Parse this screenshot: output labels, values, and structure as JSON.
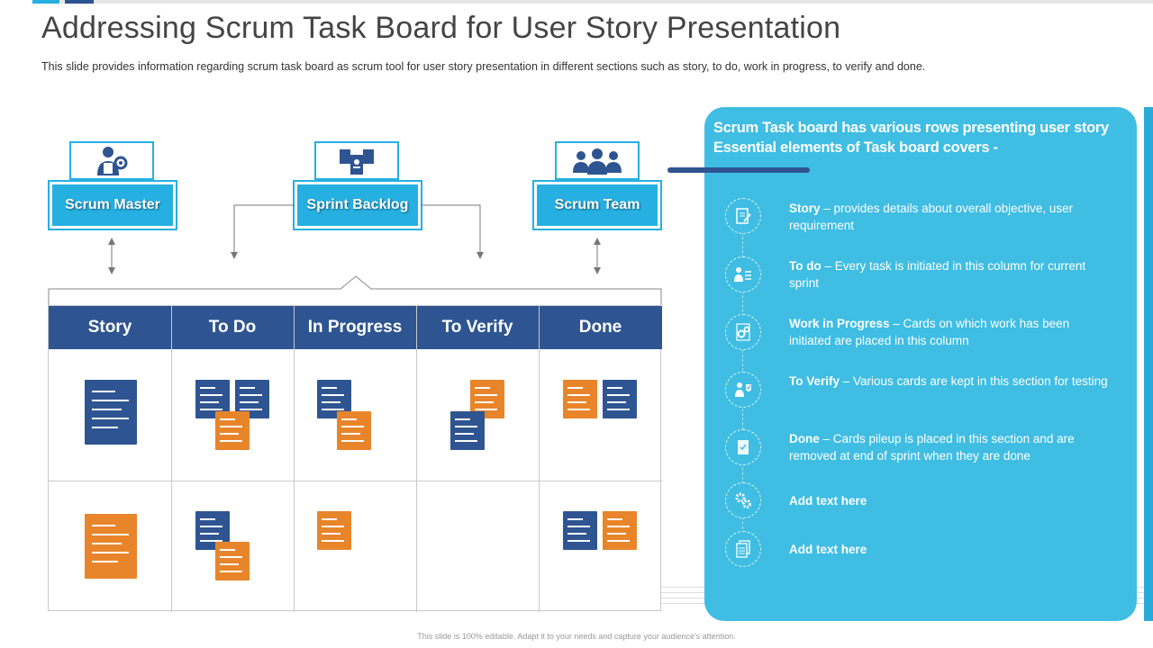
{
  "header": {
    "title": "Addressing Scrum Task Board for User Story Presentation",
    "subtitle": "This slide provides information regarding scrum task board as scrum tool for user story presentation in different sections such as story, to do, work in progress, to verify and done."
  },
  "roles": [
    {
      "label": "Scrum Master",
      "icon": "person-gear-icon"
    },
    {
      "label": "Sprint Backlog",
      "icon": "backlog-cards-icon"
    },
    {
      "label": "Scrum Team",
      "icon": "team-icon"
    }
  ],
  "board": {
    "columns": [
      "Story",
      "To Do",
      "In Progress",
      "To Verify",
      "Done"
    ]
  },
  "panel": {
    "title": "Scrum Task board has various rows presenting user story Essential elements of Task board covers -",
    "items": [
      {
        "term": "Story",
        "desc": " – provides details about overall objective, user requirement",
        "icon": "document-edit-icon"
      },
      {
        "term": "To do",
        "desc": " – Every task is initiated in this column for current sprint",
        "icon": "person-list-icon"
      },
      {
        "term": "Work in Progress",
        "desc": " – Cards on which work has been initiated are placed in this column",
        "icon": "gears-doc-icon"
      },
      {
        "term": "To Verify",
        "desc": " – Various cards are kept in this section for testing",
        "icon": "person-check-icon"
      },
      {
        "term": "Done",
        "desc": " – Cards pileup is placed in this section and are removed at end of sprint when they are done",
        "icon": "checklist-icon"
      },
      {
        "term": "Add text here",
        "desc": "",
        "icon": "gears-icon"
      },
      {
        "term": "Add text here",
        "desc": "",
        "icon": "documents-icon"
      }
    ]
  },
  "footer": {
    "note": "This slide is 100% editable. Adapt it to your needs and capture your audience's attention."
  },
  "colors": {
    "navy": "#2e5591",
    "orange": "#e8852a",
    "cyan": "#26b0e2",
    "panel": "#3fbde3"
  }
}
